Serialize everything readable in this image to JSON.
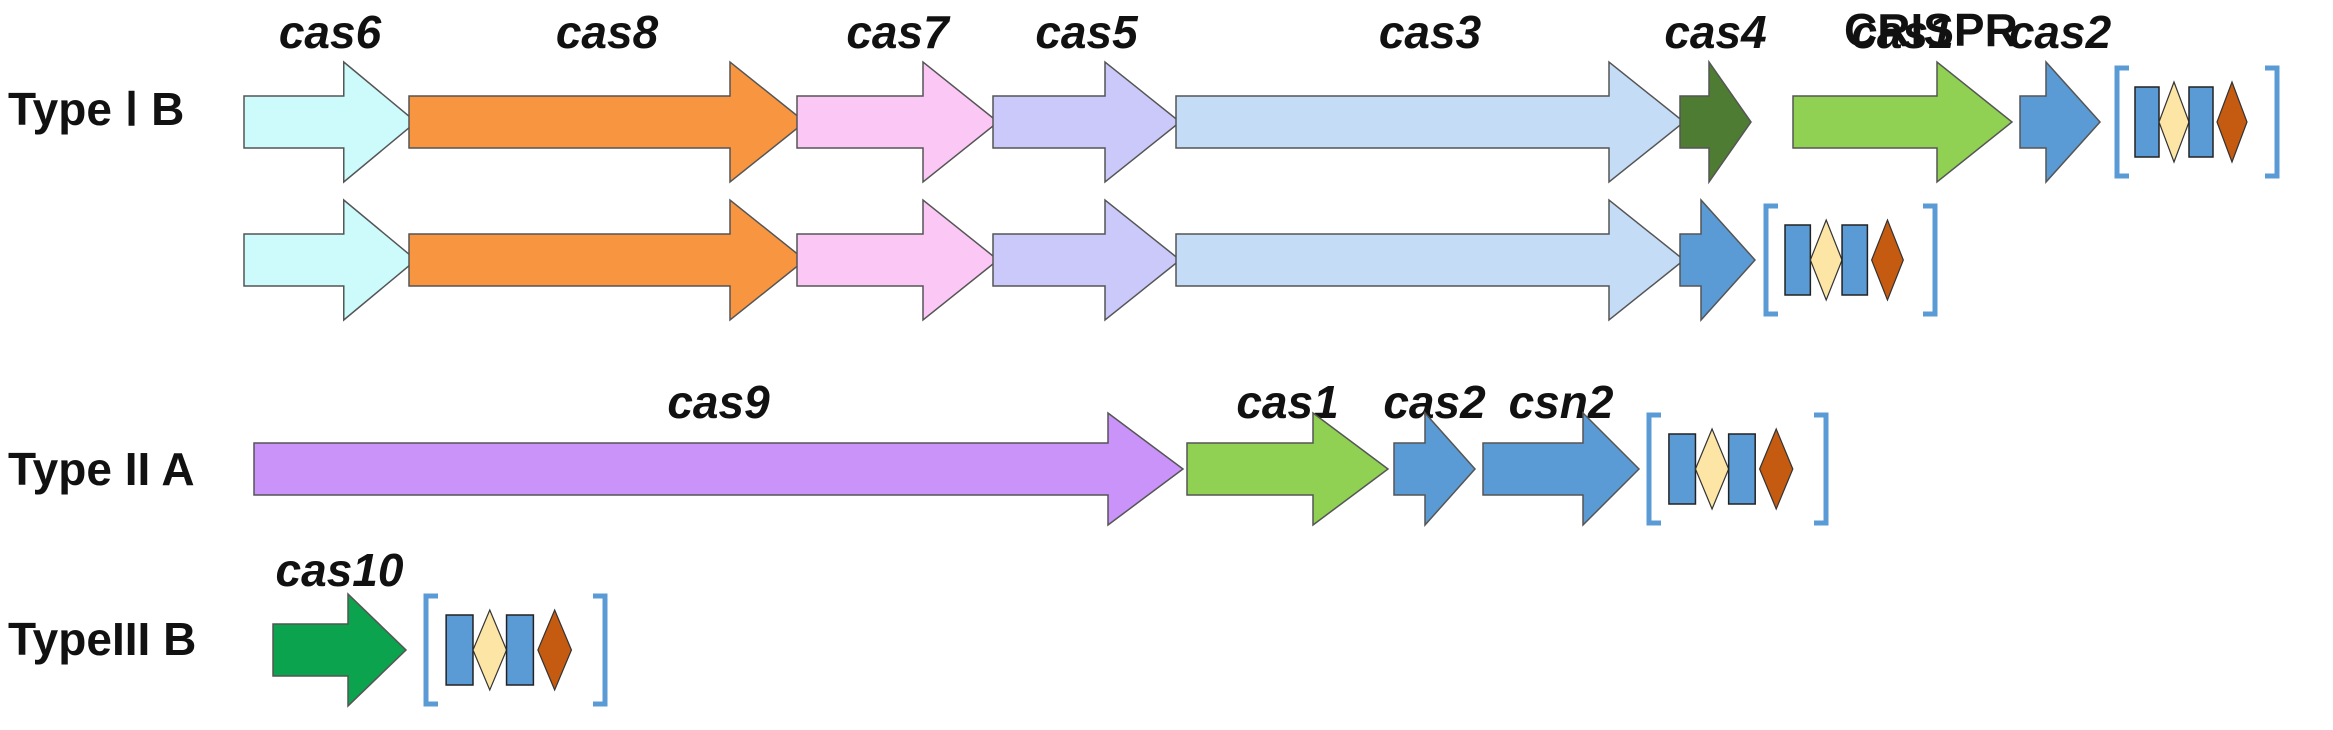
{
  "colors": {
    "cas6": "#cdfafa",
    "cas8": "#f79540",
    "cas7": "#fbc8f6",
    "cas5": "#cbc9f9",
    "cas3": "#c4dcf6",
    "cas4": "#4e7c32",
    "cas1": "#90d053",
    "cas2": "#5b9bd5",
    "csn2": "#5b9bd5",
    "cas9": "#c993f9",
    "cas10": "#0ba34d",
    "repeat": "#5b9bd5",
    "spacer": "#fde5a6",
    "leader": "#c55a11",
    "bracket": "#5b9bd5"
  },
  "rows": [
    {
      "type_label": "Type Ⅰ B",
      "genes": [
        {
          "name": "cas6",
          "label": "cas6",
          "color_key": "cas6"
        },
        {
          "name": "cas8",
          "label": "cas8",
          "color_key": "cas8"
        },
        {
          "name": "cas7",
          "label": "cas7",
          "color_key": "cas7"
        },
        {
          "name": "cas5",
          "label": "cas5",
          "color_key": "cas5"
        },
        {
          "name": "cas3",
          "label": "cas3",
          "color_key": "cas3"
        },
        {
          "name": "cas4",
          "label": "cas4",
          "color_key": "cas4"
        },
        {
          "name": "cas1",
          "label": "cas1",
          "color_key": "cas1"
        },
        {
          "name": "cas2",
          "label": "cas2",
          "color_key": "cas2"
        }
      ],
      "array_label": "CRISPR"
    },
    {
      "type_label": "",
      "genes": [
        {
          "name": "cas6",
          "label": "",
          "color_key": "cas6"
        },
        {
          "name": "cas8",
          "label": "",
          "color_key": "cas8"
        },
        {
          "name": "cas7",
          "label": "",
          "color_key": "cas7"
        },
        {
          "name": "cas5",
          "label": "",
          "color_key": "cas5"
        },
        {
          "name": "cas3",
          "label": "",
          "color_key": "cas3"
        },
        {
          "name": "cas2",
          "label": "",
          "color_key": "cas2"
        }
      ],
      "array_label": ""
    },
    {
      "type_label": "Type II A",
      "genes": [
        {
          "name": "cas9",
          "label": "cas9",
          "color_key": "cas9"
        },
        {
          "name": "cas1",
          "label": "cas1",
          "color_key": "cas1"
        },
        {
          "name": "cas2",
          "label": "cas2",
          "color_key": "cas2"
        },
        {
          "name": "csn2",
          "label": "csn2",
          "color_key": "csn2"
        }
      ],
      "array_label": ""
    },
    {
      "type_label": "TypeIII B",
      "genes": [
        {
          "name": "cas10",
          "label": "cas10",
          "color_key": "cas10"
        }
      ],
      "array_label": ""
    }
  ]
}
